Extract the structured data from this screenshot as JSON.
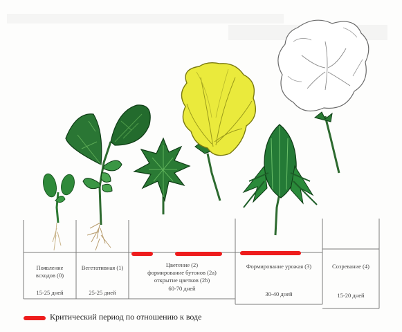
{
  "stages": [
    {
      "id": "s0",
      "name": "Появление\nвсходов (0)",
      "duration": "15-25 дней"
    },
    {
      "id": "s1",
      "name": "Вегетативная (1)",
      "duration": "25-25 дней"
    },
    {
      "id": "s2",
      "name": "Цветение (2)\nформирование бутонов (2a)\nоткрытие цветков (2b)",
      "duration": "60-70 дней"
    },
    {
      "id": "s3",
      "name": "Формирование урожая (3)",
      "duration": "30-40 дней"
    },
    {
      "id": "s4",
      "name": "Созревание (4)",
      "duration": "15-20 дней"
    }
  ],
  "legend": {
    "label": "Критический период по отношению к воде",
    "color": "#ee1c1c"
  },
  "colors": {
    "leaf_dark": "#1f6b2c",
    "leaf_mid": "#2e8b3a",
    "leaf_light": "#5fb35a",
    "flower": "#ecec3a",
    "flower_edge": "#8a8a10",
    "boll_outline": "#6a6a6a",
    "critical_period": "#ee1c1c"
  }
}
